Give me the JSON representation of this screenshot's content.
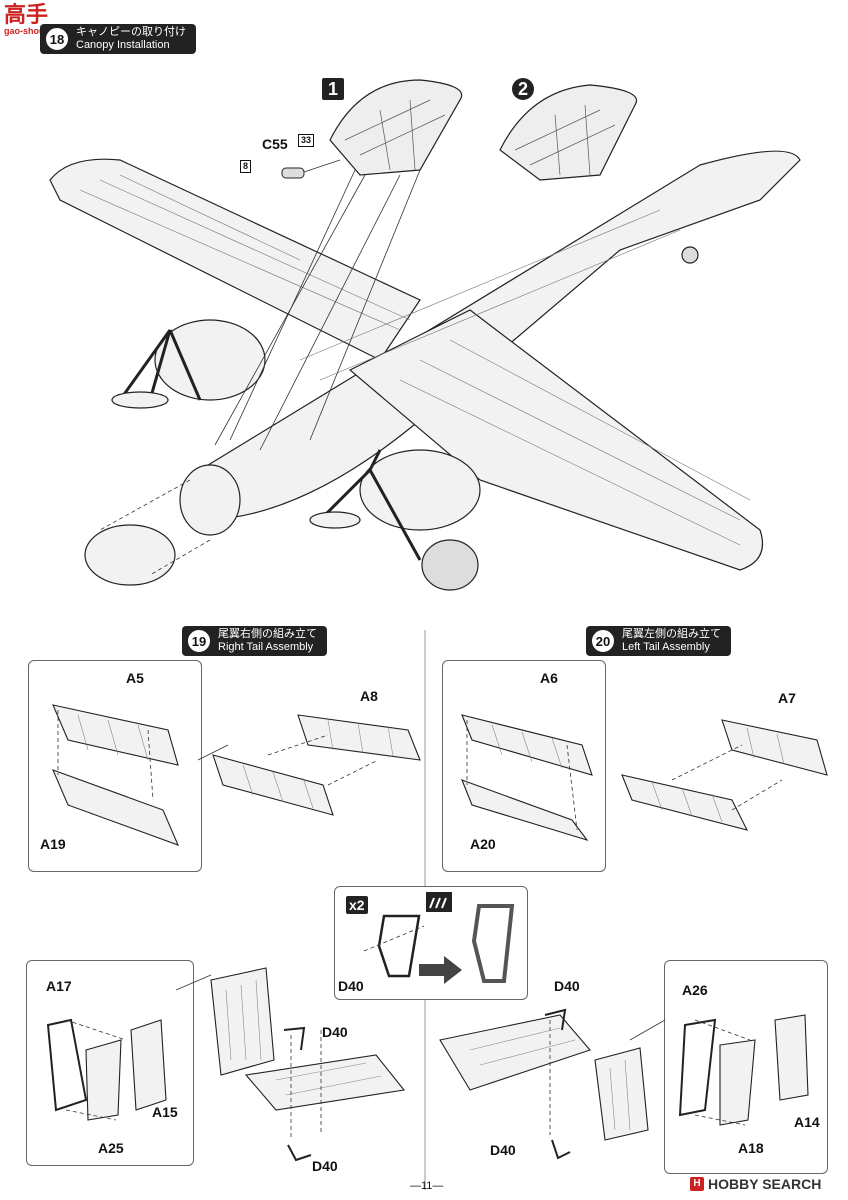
{
  "watermark": {
    "logo_text": "高手",
    "url": "gao-shou.com"
  },
  "step18": {
    "number": "18",
    "title_jp": "キャノピーの取り付け",
    "title_en": "Canopy Installation"
  },
  "canopy_options": {
    "option1": "1",
    "option2": "2"
  },
  "canopy_parts": {
    "part": "C55",
    "part_color": "33",
    "paint": "8"
  },
  "step19": {
    "number": "19",
    "title_jp": "尾翼右側の組み立て",
    "title_en": "Right Tail Assembly"
  },
  "step20": {
    "number": "20",
    "title_jp": "尾翼左側の組み立て",
    "title_en": "Left Tail Assembly"
  },
  "right_tail_parts": {
    "a5": "A5",
    "a8": "A8",
    "a19": "A19"
  },
  "left_tail_parts": {
    "a6": "A6",
    "a7": "A7",
    "a20": "A20"
  },
  "detail_box": {
    "multiplier": "x2",
    "part": "D40"
  },
  "right_fin": {
    "a17": "A17",
    "a25": "A25",
    "a15": "A15",
    "d40_top": "D40",
    "d40_bottom": "D40"
  },
  "left_fin": {
    "a26": "A26",
    "a18": "A18",
    "a14": "A14",
    "d40_top": "D40",
    "d40_bottom": "D40"
  },
  "footer": {
    "page": "—11—",
    "brand": "HOBBY SEARCH"
  }
}
